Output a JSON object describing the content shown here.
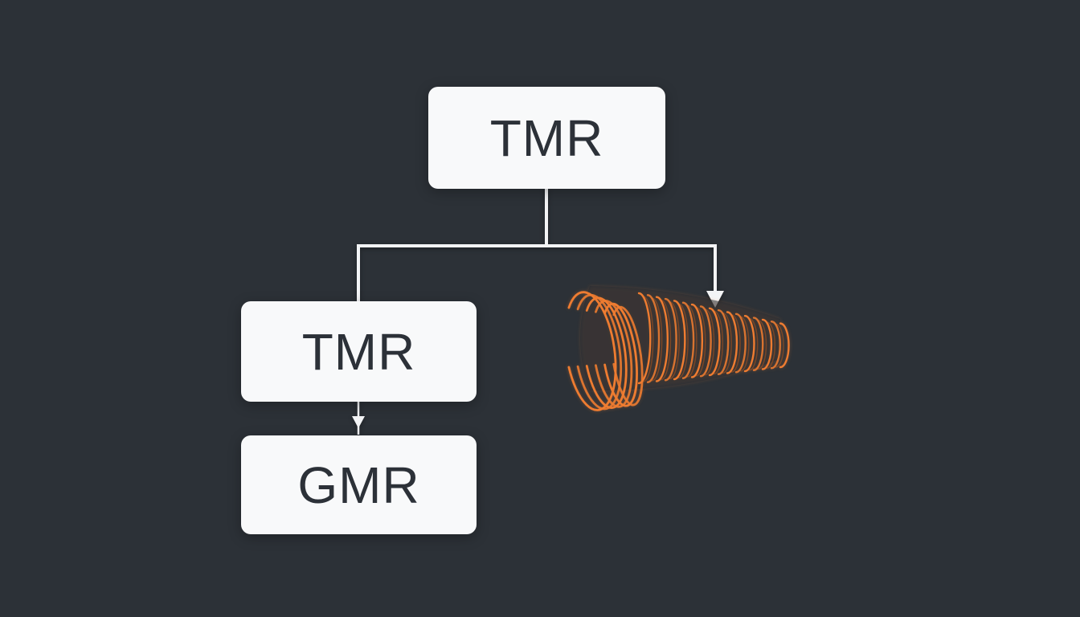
{
  "canvas": {
    "background": "#2c3137"
  },
  "nodes": {
    "root": {
      "label": "TMR"
    },
    "child": {
      "label": "TMR"
    },
    "grandchild": {
      "label": "GMR"
    }
  },
  "icons": {
    "right_branch_target": "spiral-coil-icon"
  },
  "styles": {
    "node_background": "#f8f9fa",
    "node_text_color": "#2c3138",
    "connector_color": "#f3f4f6",
    "coil_primary": "#ee7c31",
    "coil_secondary": "#a9561f",
    "coil_interior": "#252c33"
  }
}
